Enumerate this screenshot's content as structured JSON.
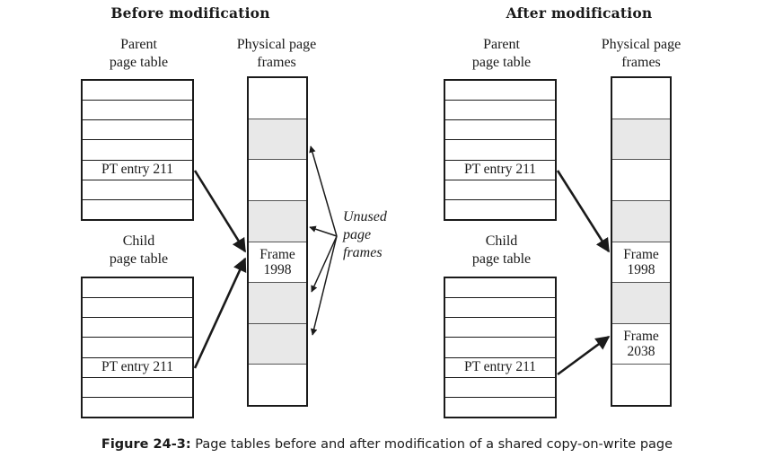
{
  "figure": {
    "label": "Figure 24-3:",
    "caption": "Page tables before and after modification of a shared copy-on-write page"
  },
  "colors": {
    "ink": "#1a1a1a",
    "shaded_frame": "#e8e8e8",
    "frame_border": "#555555"
  },
  "panels": [
    {
      "id": "before",
      "title": "Before modification",
      "parent_table": {
        "label_line1": "Parent",
        "label_line2": "page table",
        "rows": [
          "",
          "",
          "",
          "",
          "PT entry 211",
          "",
          ""
        ],
        "highlight_row_index": 4
      },
      "child_table": {
        "label_line1": "Child",
        "label_line2": "page table",
        "rows": [
          "",
          "",
          "",
          "",
          "PT entry 211",
          "",
          ""
        ],
        "highlight_row_index": 4
      },
      "frames": {
        "label_line1": "Physical page",
        "label_line2": "frames",
        "cells": [
          {
            "shaded": false,
            "line1": "",
            "line2": ""
          },
          {
            "shaded": true,
            "line1": "",
            "line2": ""
          },
          {
            "shaded": false,
            "line1": "",
            "line2": ""
          },
          {
            "shaded": true,
            "line1": "",
            "line2": ""
          },
          {
            "shaded": false,
            "line1": "Frame",
            "line2": "1998"
          },
          {
            "shaded": true,
            "line1": "",
            "line2": ""
          },
          {
            "shaded": true,
            "line1": "",
            "line2": ""
          },
          {
            "shaded": false,
            "line1": "",
            "line2": ""
          }
        ]
      },
      "annotation": {
        "line1": "Unused",
        "line2": "page",
        "line3": "frames"
      }
    },
    {
      "id": "after",
      "title": "After modification",
      "parent_table": {
        "label_line1": "Parent",
        "label_line2": "page table",
        "rows": [
          "",
          "",
          "",
          "",
          "PT entry 211",
          "",
          ""
        ],
        "highlight_row_index": 4
      },
      "child_table": {
        "label_line1": "Child",
        "label_line2": "page table",
        "rows": [
          "",
          "",
          "",
          "",
          "PT entry 211",
          "",
          ""
        ],
        "highlight_row_index": 4
      },
      "frames": {
        "label_line1": "Physical page",
        "label_line2": "frames",
        "cells": [
          {
            "shaded": false,
            "line1": "",
            "line2": ""
          },
          {
            "shaded": true,
            "line1": "",
            "line2": ""
          },
          {
            "shaded": false,
            "line1": "",
            "line2": ""
          },
          {
            "shaded": true,
            "line1": "",
            "line2": ""
          },
          {
            "shaded": false,
            "line1": "Frame",
            "line2": "1998"
          },
          {
            "shaded": true,
            "line1": "",
            "line2": ""
          },
          {
            "shaded": false,
            "line1": "Frame",
            "line2": "2038"
          },
          {
            "shaded": false,
            "line1": "",
            "line2": ""
          }
        ]
      }
    }
  ]
}
